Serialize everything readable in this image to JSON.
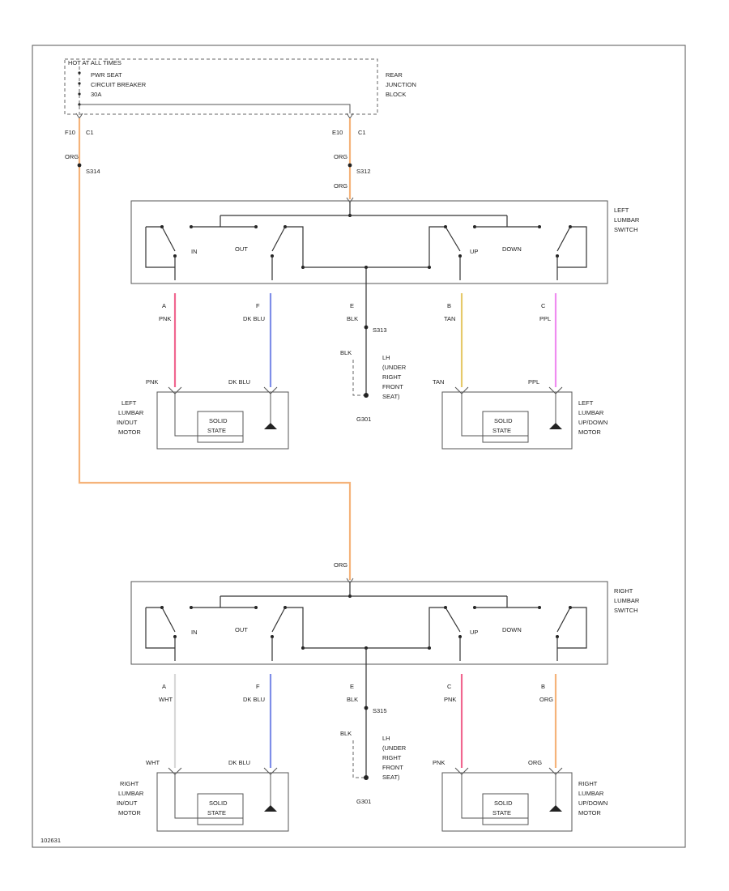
{
  "colors": {
    "ORG": "#f5b37a",
    "PNK": "#f0668f",
    "DK_BLU": "#7f8ee8",
    "TAN": "#e6c96a",
    "PPL": "#ef8cf0",
    "WHT": "#d8d8d8",
    "BLK": "#444444",
    "frame": "#555555"
  },
  "junction_block": {
    "header": "HOT AT ALL TIMES",
    "breaker_line1": "PWR SEAT",
    "breaker_line2": "CIRCUIT BREAKER",
    "breaker_line3": "30A",
    "label_line1": "REAR",
    "label_line2": "JUNCTION",
    "label_line3": "BLOCK",
    "left_pin": "F10",
    "left_conn": "C1",
    "right_pin": "E10",
    "right_conn": "C1",
    "left_wire": "ORG",
    "left_splice": "S314",
    "right_wire": "ORG",
    "right_splice": "S312",
    "right_wire2": "ORG"
  },
  "left_switch": {
    "name_line1": "LEFT",
    "name_line2": "LUMBAR",
    "name_line3": "SWITCH",
    "in_label": "IN",
    "out_label": "OUT",
    "up_label": "UP",
    "down_label": "DOWN",
    "pins": [
      {
        "pin": "A",
        "color": "PNK"
      },
      {
        "pin": "F",
        "color": "DK BLU"
      },
      {
        "pin": "E",
        "color": "BLK"
      },
      {
        "pin": "B",
        "color": "TAN"
      },
      {
        "pin": "C",
        "color": "PPL"
      }
    ],
    "ground_splice": "S313",
    "ground_wire": "BLK",
    "ground_loc_line1": "LH",
    "ground_loc_line2": "(UNDER",
    "ground_loc_line3": "RIGHT",
    "ground_loc_line4": "FRONT",
    "ground_loc_line5": "SEAT)",
    "ground_id": "G301"
  },
  "left_motors": {
    "inout_wire_a": "PNK",
    "inout_wire_b": "DK BLU",
    "inout_line1": "LEFT",
    "inout_line2": "LUMBAR",
    "inout_line3": "IN/OUT",
    "inout_line4": "MOTOR",
    "updown_wire_a": "TAN",
    "updown_wire_b": "PPL",
    "updown_line1": "LEFT",
    "updown_line2": "LUMBAR",
    "updown_line3": "UP/DOWN",
    "updown_line4": "MOTOR",
    "solid_line1": "SOLID",
    "solid_line2": "STATE"
  },
  "right_feed": "ORG",
  "right_switch": {
    "name_line1": "RIGHT",
    "name_line2": "LUMBAR",
    "name_line3": "SWITCH",
    "in_label": "IN",
    "out_label": "OUT",
    "up_label": "UP",
    "down_label": "DOWN",
    "pins": [
      {
        "pin": "A",
        "color": "WHT"
      },
      {
        "pin": "F",
        "color": "DK BLU"
      },
      {
        "pin": "E",
        "color": "BLK"
      },
      {
        "pin": "C",
        "color": "PNK"
      },
      {
        "pin": "B",
        "color": "ORG"
      }
    ],
    "ground_splice": "S315",
    "ground_wire": "BLK",
    "ground_loc_line1": "LH",
    "ground_loc_line2": "(UNDER",
    "ground_loc_line3": "RIGHT",
    "ground_loc_line4": "FRONT",
    "ground_loc_line5": "SEAT)",
    "ground_id": "G301"
  },
  "right_motors": {
    "inout_wire_a": "WHT",
    "inout_wire_b": "DK BLU",
    "inout_line1": "RIGHT",
    "inout_line2": "LUMBAR",
    "inout_line3": "IN/OUT",
    "inout_line4": "MOTOR",
    "updown_wire_a": "PNK",
    "updown_wire_b": "ORG",
    "updown_line1": "RIGHT",
    "updown_line2": "LUMBAR",
    "updown_line3": "UP/DOWN",
    "updown_line4": "MOTOR",
    "solid_line1": "SOLID",
    "solid_line2": "STATE"
  },
  "diagram_id": "102631"
}
